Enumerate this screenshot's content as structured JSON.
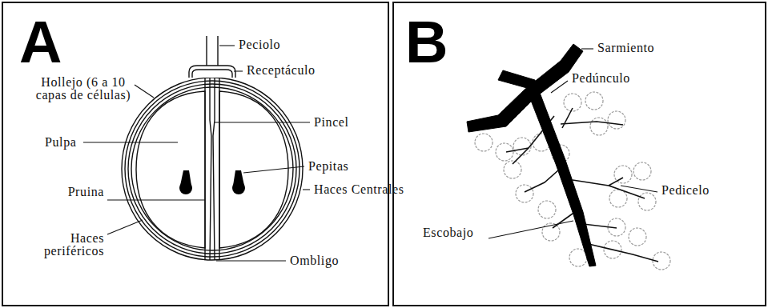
{
  "diagram": {
    "nodes": [
      {
        "text": [
          "A"
        ]
      },
      {
        "text": [
          "B"
        ]
      }
    ],
    "labels": [
      "Peciolo",
      "Receptáculo",
      "Hollejo (6 a 10 capas de células)",
      "Pincel",
      "Pulpa",
      "Pepitas",
      "Haces Centrales",
      "Pruina",
      "Haces periféricos",
      "Ombligo",
      "Sarmiento",
      "Pedúnculo",
      "Pedicelo",
      "Escobajo"
    ]
  }
}
